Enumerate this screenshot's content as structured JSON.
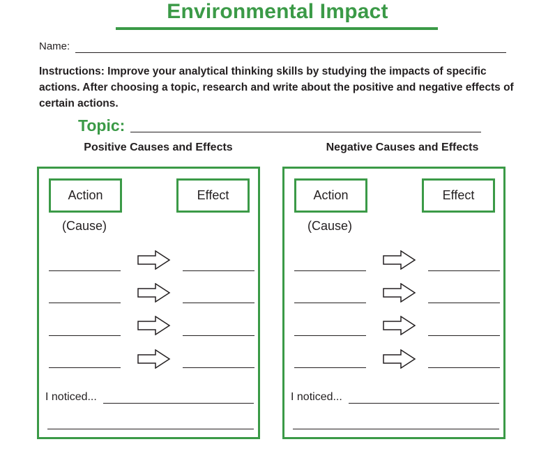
{
  "title": "Environmental Impact",
  "name_label": "Name:",
  "instructions": "Instructions: Improve your analytical thinking skills by studying the impacts of specific actions. After choosing a topic, research and write about the positive and negative effects of certain actions.",
  "topic_label": "Topic:",
  "colors": {
    "accent": "#3b9a47",
    "text": "#231f20"
  },
  "sections": [
    {
      "heading": "Positive Causes and Effects",
      "action_label": "Action",
      "effect_label": "Effect",
      "cause_label": "(Cause)",
      "noticed_label": "I noticed...",
      "arrow_icon": "right-arrow-outline-icon"
    },
    {
      "heading": "Negative Causes and Effects",
      "action_label": "Action",
      "effect_label": "Effect",
      "cause_label": "(Cause)",
      "noticed_label": "I noticed...",
      "arrow_icon": "right-arrow-outline-icon"
    }
  ]
}
